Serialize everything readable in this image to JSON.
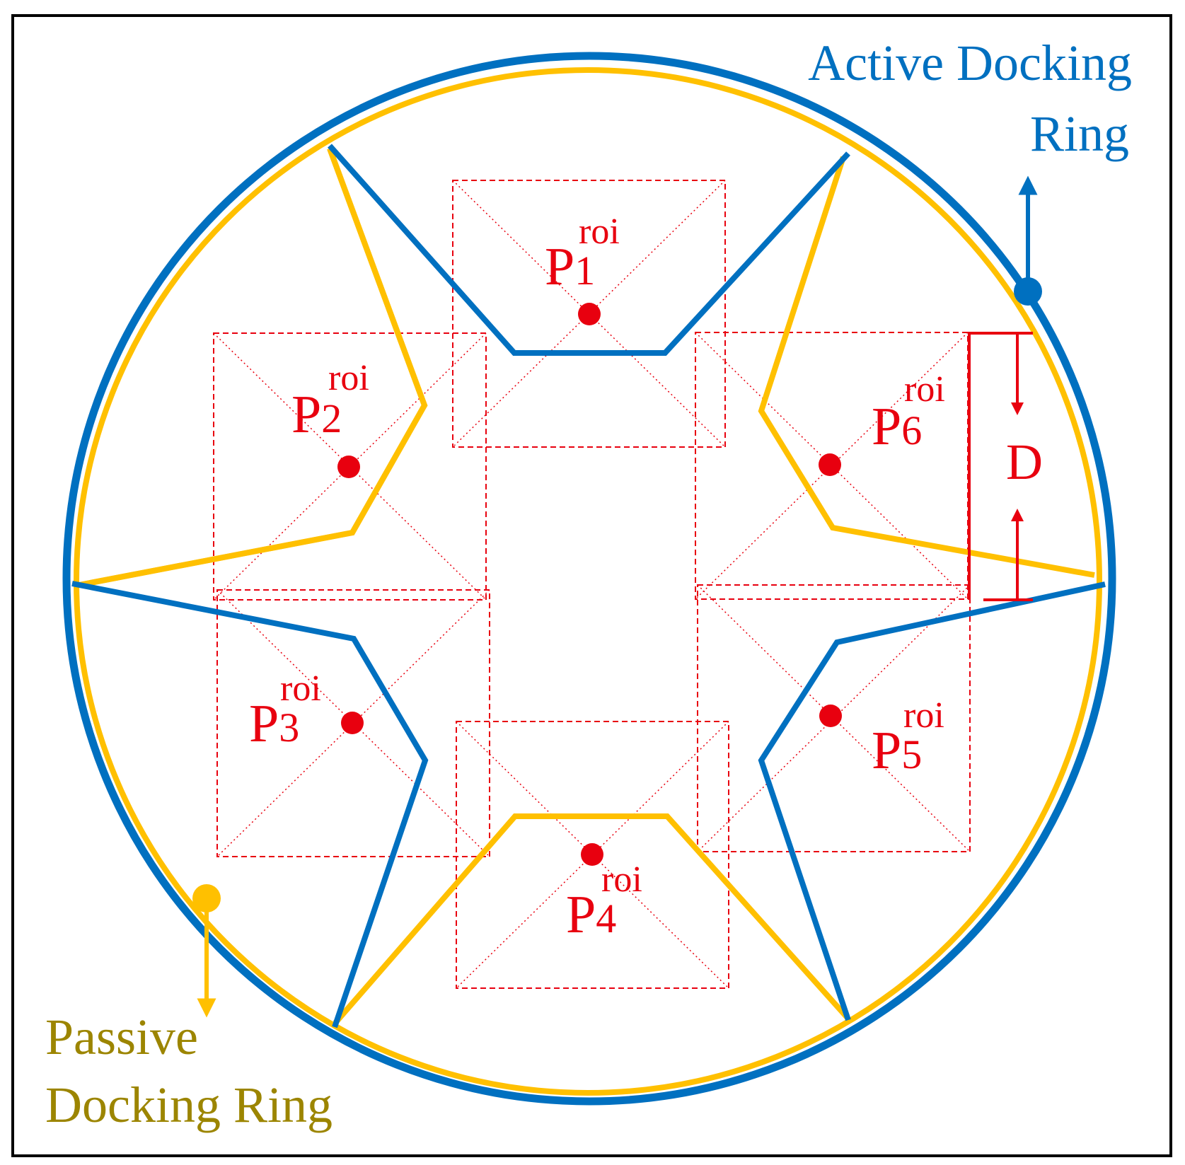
{
  "colors": {
    "active": "#0070C0",
    "passive": "#FFC000",
    "passive_text": "#9C8500",
    "roi": "#E8000F",
    "frame": "#000000"
  },
  "labels": {
    "active_line1": "Active Docking",
    "active_line2": "Ring",
    "passive_line1": "Passive",
    "passive_line2": "Docking Ring",
    "distance": "D"
  },
  "rois": [
    {
      "main": "P",
      "index": "1",
      "sup": "roi"
    },
    {
      "main": "P",
      "index": "2",
      "sup": "roi"
    },
    {
      "main": "P",
      "index": "3",
      "sup": "roi"
    },
    {
      "main": "P",
      "index": "4",
      "sup": "roi"
    },
    {
      "main": "P",
      "index": "5",
      "sup": "roi"
    },
    {
      "main": "P",
      "index": "6",
      "sup": "roi"
    }
  ]
}
